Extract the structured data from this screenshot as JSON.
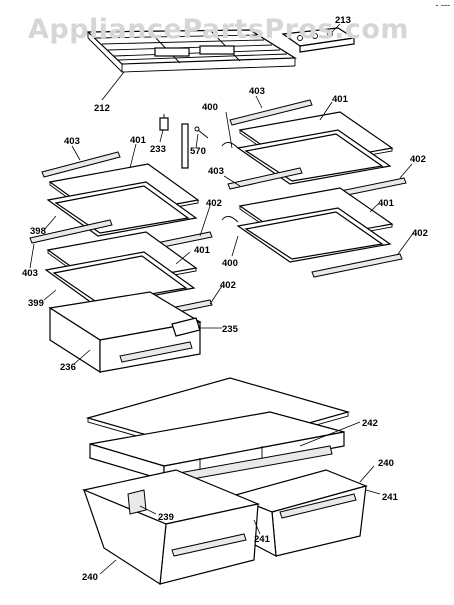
{
  "watermark": "AppliancePartsPros.com",
  "corner_mark": "- ---",
  "callouts": {
    "c212": "212",
    "c213": "213",
    "c233": "233",
    "c570": "570",
    "c403a": "403",
    "c401a": "401",
    "c400a": "400",
    "c403b": "403",
    "c401b": "401",
    "c403c": "403",
    "c402a": "402",
    "c401c": "401",
    "c398": "398",
    "c402b": "402",
    "c400b": "400",
    "c402c": "402",
    "c401d": "401",
    "c403d": "403",
    "c402d": "402",
    "c399": "399",
    "c235": "235",
    "c236": "236",
    "c242": "242",
    "c240a": "240",
    "c241a": "241",
    "c239": "239",
    "c241b": "241",
    "c240b": "240"
  }
}
